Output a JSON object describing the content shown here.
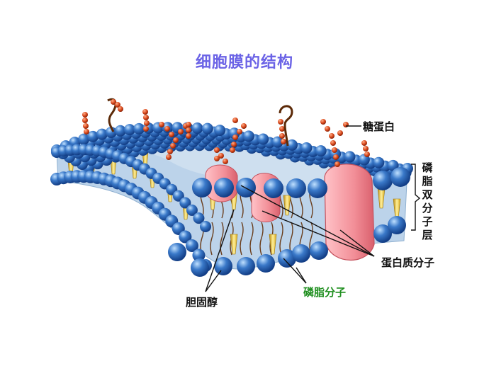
{
  "title": "细胞膜的结构",
  "labels": {
    "glycoprotein": "糖蛋白",
    "phospholipid_bilayer": [
      "磷",
      "脂",
      "双",
      "分",
      "子",
      "层"
    ],
    "protein_molecule": "蛋白质分子",
    "phospholipid_molecule": "磷脂分子",
    "cholesterol": "胆固醇"
  },
  "colors": {
    "title": "#6b63e6",
    "phospholipid_label": "#1f8f1f",
    "head": "#3a79c9",
    "head_light": "#bfe0ff",
    "membrane_fill": "#bcd3ea",
    "protein": "#f28e97",
    "sugar_chain": "#d9481c",
    "cholesterol": "#f5d23a",
    "lipid_tail": "#6b3f1e"
  }
}
